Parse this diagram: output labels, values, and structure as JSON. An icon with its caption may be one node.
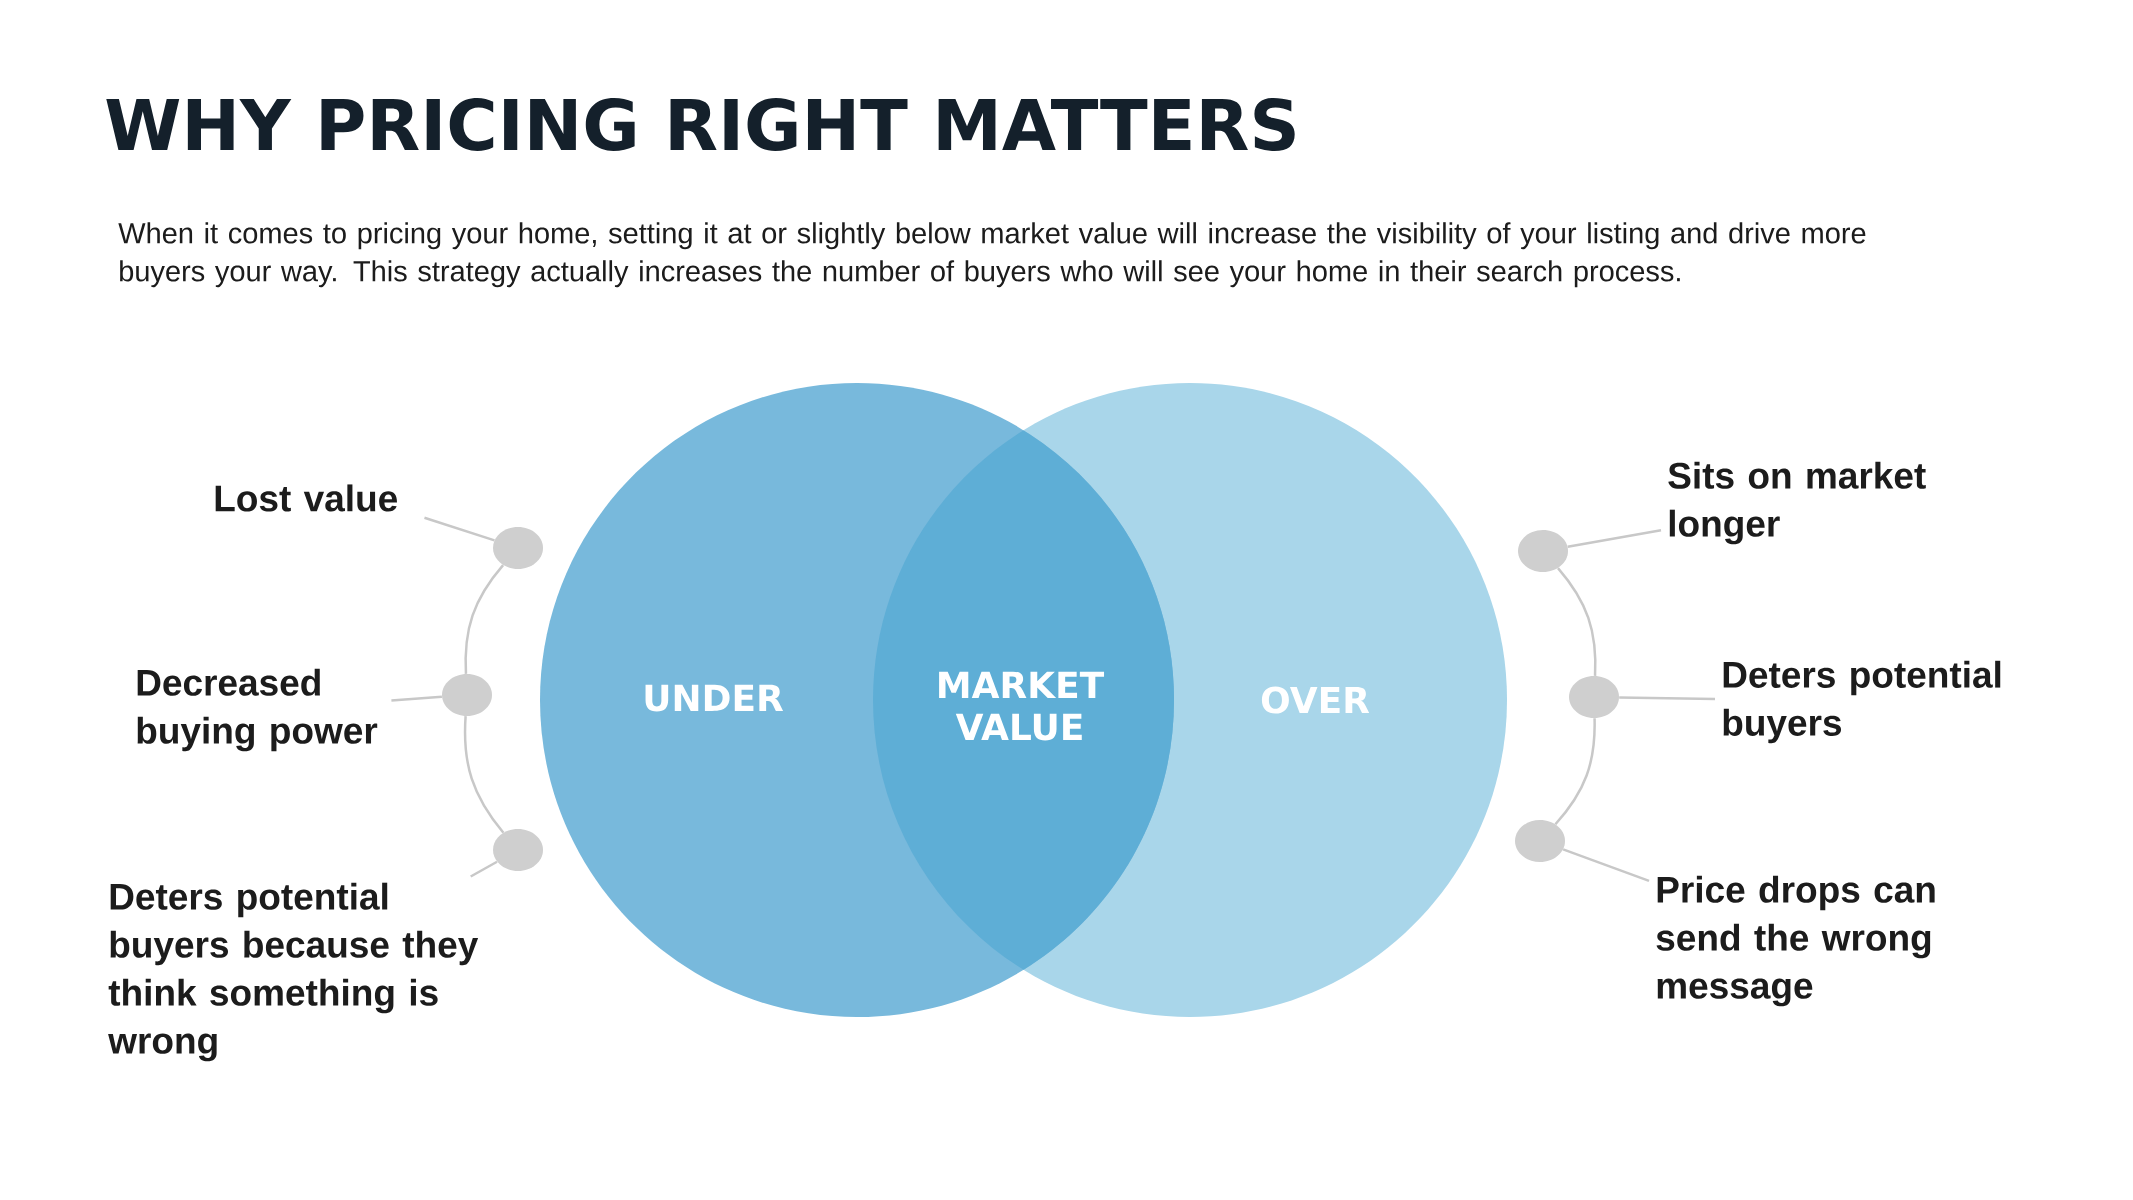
{
  "diagram": {
    "title": "WHY PRICING RIGHT MATTERS",
    "caption": "When it comes to pricing your home, setting it at or slightly below market value will increase the visibility of your listing and drive more buyers your way. This strategy actually increases the number of buyers who will see your home in their search process.",
    "nodes": [
      {
        "text": [
          "UNDER"
        ]
      },
      {
        "text": [
          "MARKET VALUE"
        ]
      },
      {
        "text": [
          "OVER"
        ]
      },
      {
        "text": [
          "Lost value"
        ]
      },
      {
        "text": [],
        "shape": "circle"
      },
      {
        "text": [
          "Decreased buying power"
        ]
      },
      {
        "text": [],
        "shape": "circle"
      },
      {
        "text": [
          "Deters potential buyers because they think something is wrong"
        ]
      },
      {
        "text": [],
        "shape": "circle"
      },
      {
        "text": [
          "Sits on market longer"
        ]
      },
      {
        "text": [],
        "shape": "circle"
      },
      {
        "text": [
          "Deters potential buyers"
        ]
      },
      {
        "text": [],
        "shape": "circle"
      },
      {
        "text": [
          "Price drops can send the wrong message"
        ]
      },
      {
        "text": [],
        "shape": "circle"
      }
    ],
    "edges": [
      {
        "from": 3,
        "to": 4,
        "arrow": "none"
      },
      {
        "from": 5,
        "to": 6,
        "arrow": "none"
      },
      {
        "from": 7,
        "to": 8,
        "arrow": "none"
      },
      {
        "from": 4,
        "to": 6,
        "arrow": "none"
      },
      {
        "from": 6,
        "to": 8,
        "arrow": "none"
      },
      {
        "from": 9,
        "to": 10,
        "arrow": "none"
      },
      {
        "from": 11,
        "to": 12,
        "arrow": "none"
      },
      {
        "from": 13,
        "to": 14,
        "arrow": "none"
      },
      {
        "from": 10,
        "to": 12,
        "arrow": "none"
      },
      {
        "from": 12,
        "to": 14,
        "arrow": "none"
      }
    ]
  }
}
